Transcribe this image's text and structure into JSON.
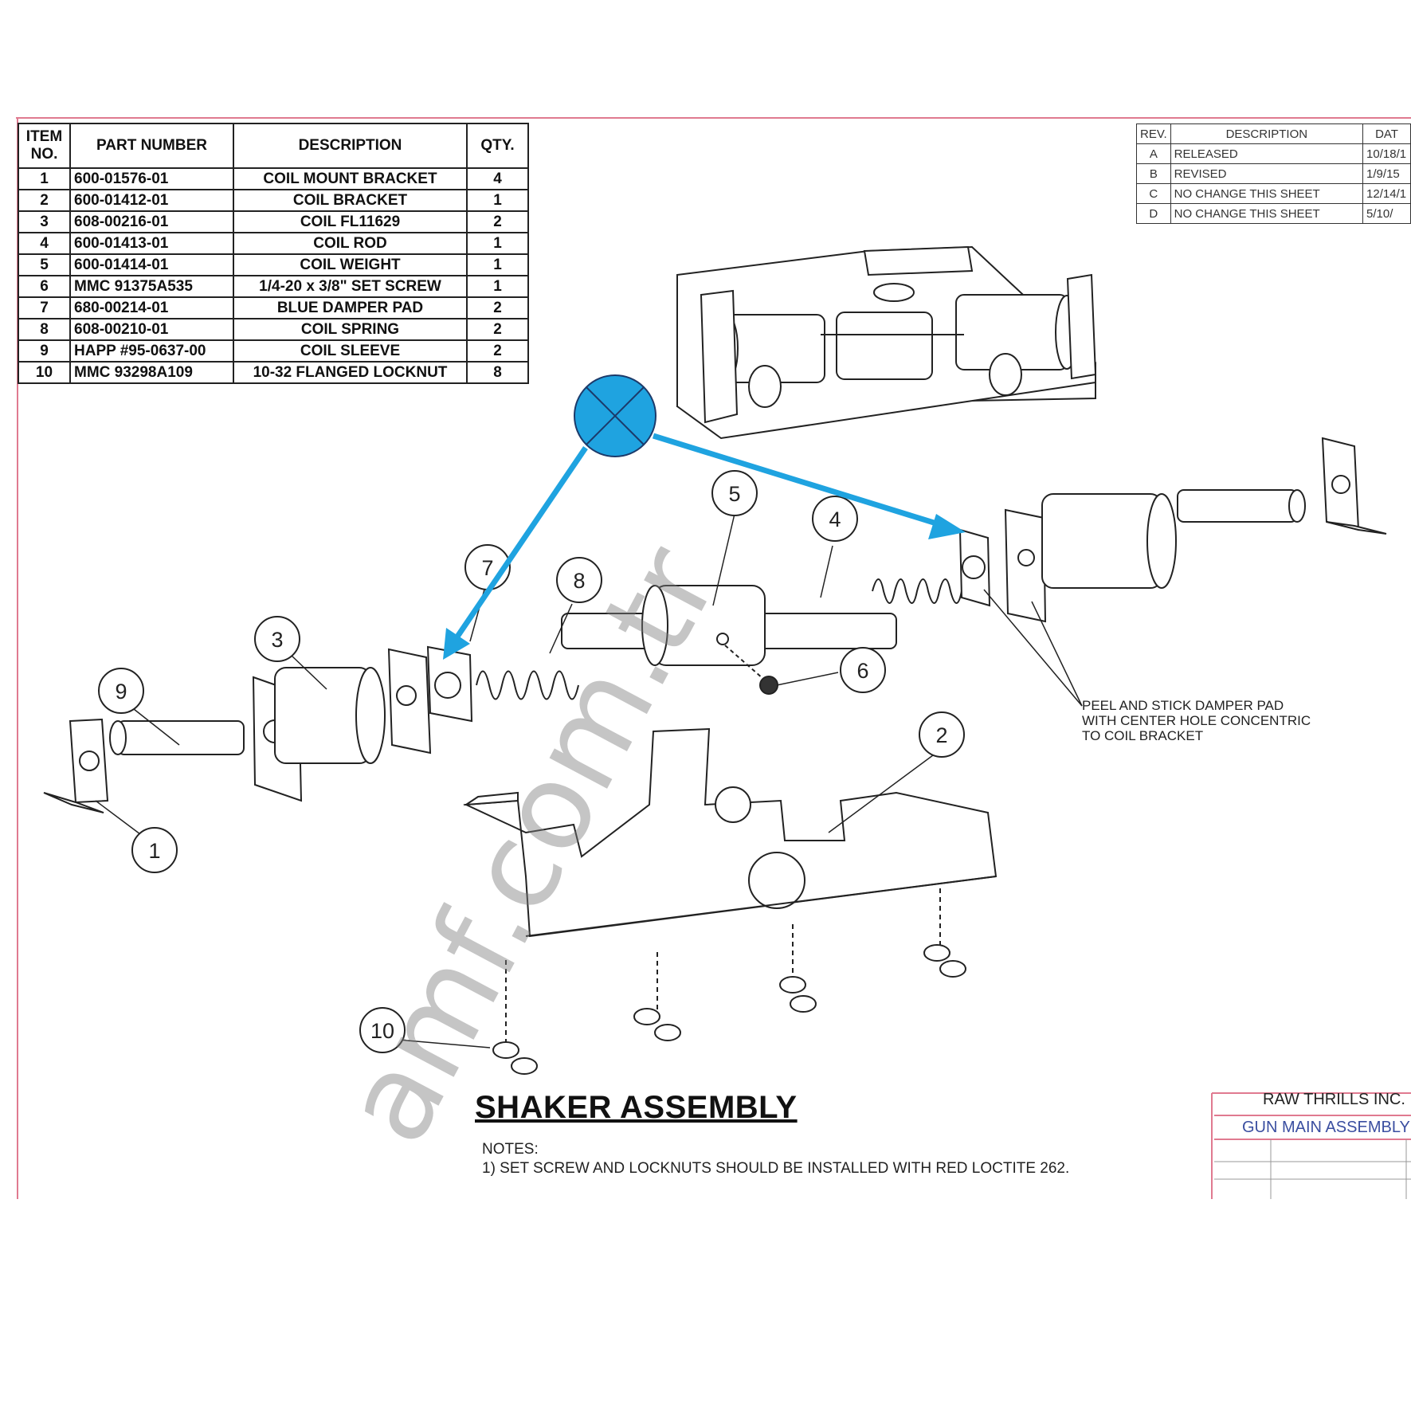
{
  "bom": {
    "headers": [
      "ITEM NO.",
      "PART NUMBER",
      "DESCRIPTION",
      "QTY."
    ],
    "rows": [
      {
        "item": "1",
        "part": "600-01576-01",
        "desc": "COIL MOUNT BRACKET",
        "qty": "4"
      },
      {
        "item": "2",
        "part": "600-01412-01",
        "desc": "COIL BRACKET",
        "qty": "1"
      },
      {
        "item": "3",
        "part": "608-00216-01",
        "desc": "COIL FL11629",
        "qty": "2"
      },
      {
        "item": "4",
        "part": "600-01413-01",
        "desc": "COIL ROD",
        "qty": "1"
      },
      {
        "item": "5",
        "part": "600-01414-01",
        "desc": "COIL WEIGHT",
        "qty": "1"
      },
      {
        "item": "6",
        "part": "MMC 91375A535",
        "desc": "1/4-20 x 3/8\" SET SCREW",
        "qty": "1"
      },
      {
        "item": "7",
        "part": "680-00214-01",
        "desc": "BLUE DAMPER PAD",
        "qty": "2"
      },
      {
        "item": "8",
        "part": "608-00210-01",
        "desc": "COIL SPRING",
        "qty": "2"
      },
      {
        "item": "9",
        "part": "HAPP #95-0637-00",
        "desc": "COIL SLEEVE",
        "qty": "2"
      },
      {
        "item": "10",
        "part": "MMC 93298A109",
        "desc": "10-32 FLANGED LOCKNUT",
        "qty": "8"
      }
    ]
  },
  "revisions": {
    "headers": [
      "REV.",
      "DESCRIPTION",
      "DAT"
    ],
    "rows": [
      {
        "rev": "A",
        "desc": "RELEASED",
        "date": "10/18/1"
      },
      {
        "rev": "B",
        "desc": "REVISED",
        "date": "1/9/15"
      },
      {
        "rev": "C",
        "desc": "NO CHANGE THIS SHEET",
        "date": "12/14/1"
      },
      {
        "rev": "D",
        "desc": "NO CHANGE THIS SHEET",
        "date": "5/10/"
      }
    ]
  },
  "balloons": [
    "1",
    "2",
    "3",
    "4",
    "5",
    "6",
    "7",
    "8",
    "9",
    "10"
  ],
  "callout_note": [
    "PEEL AND STICK DAMPER PAD",
    "WITH CENTER HOLE CONCENTRIC",
    "TO COIL BRACKET"
  ],
  "title": "SHAKER ASSEMBLY",
  "notes": {
    "label": "NOTES:",
    "line1": "1) SET SCREW AND LOCKNUTS SHOULD BE INSTALLED WITH RED LOCTITE 262."
  },
  "title_block": {
    "company": "RAW THRILLS INC.",
    "drawing_title": "GUN MAIN ASSEMBLY"
  },
  "watermark": "amf.com.tr",
  "colors": {
    "border": "#e07a90",
    "marker": "#1fa3e0",
    "ink": "#222222"
  }
}
